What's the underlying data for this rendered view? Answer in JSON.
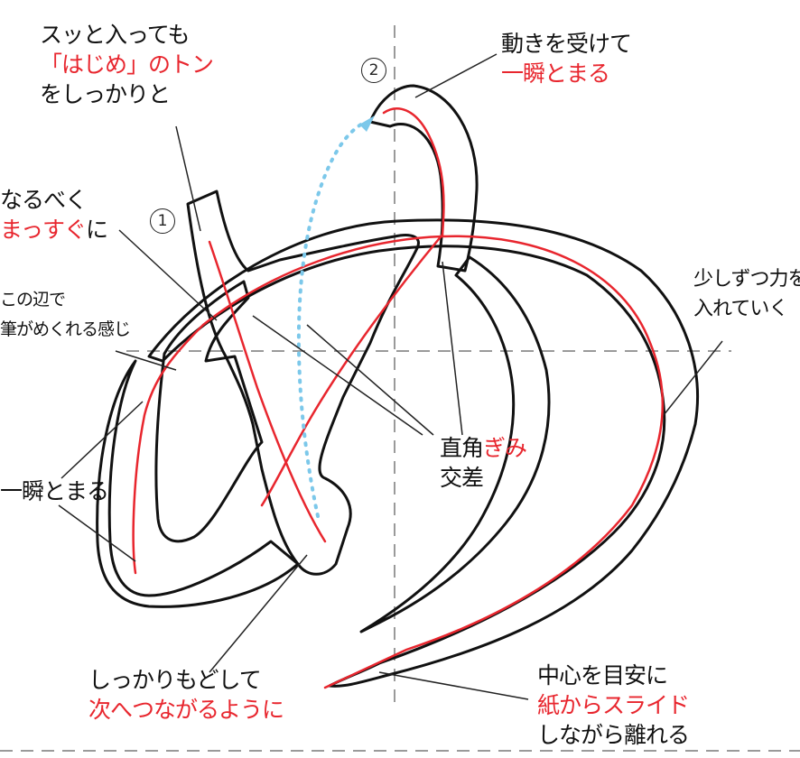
{
  "steps": {
    "one": "1",
    "two": "2"
  },
  "notes": {
    "top_left": {
      "l1": "スッと入っても",
      "l2_red": "「はじめ」のトン",
      "l3": "をしっかりと"
    },
    "left_1": {
      "l1": "なるべく",
      "l2_red": "まっすぐ",
      "l2_tail": "に"
    },
    "left_2": {
      "l1": "この辺で",
      "l2": "筆がめくれる感じ"
    },
    "left_3": {
      "l1": "一瞬とまる"
    },
    "top_right": {
      "l1": "動きを受けて",
      "l2_red": "一瞬とまる"
    },
    "right": {
      "l1": "少しずつ力を",
      "l2": "入れていく"
    },
    "center": {
      "l1a": "直角",
      "l1_red": "ぎみ",
      "l2": "交差"
    },
    "bottom_left": {
      "l1": "しっかりもどして",
      "l2_red": "次へつながるように"
    },
    "bottom_right": {
      "l1": "中心を目安に",
      "l2_red": "紙からスライド",
      "l3": "しながら離れる"
    }
  },
  "colors": {
    "ink": "#111111",
    "accent_red": "#e8262e",
    "guide_gray": "#9a9a9a",
    "arrow_blue": "#7cc8ea"
  }
}
